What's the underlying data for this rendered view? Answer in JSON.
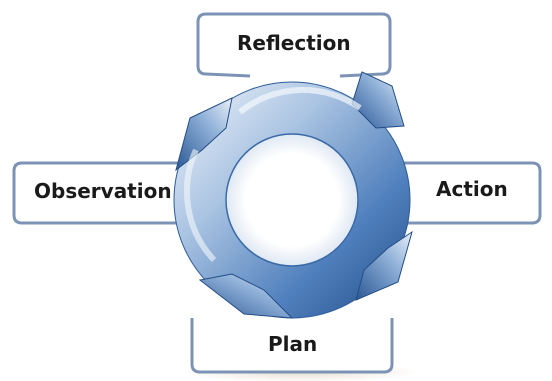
{
  "diagram": {
    "type": "cycle",
    "direction": "clockwise",
    "stages": {
      "top": "Reflection",
      "right": "Action",
      "bottom": "Plan",
      "left": "Observation"
    },
    "colors": {
      "arrow_dark": "#2d5c99",
      "arrow_mid": "#6f9bd0",
      "arrow_light": "#e6eef8",
      "box_border": "#7d93b6",
      "label_text": "#1a1a1a"
    }
  }
}
